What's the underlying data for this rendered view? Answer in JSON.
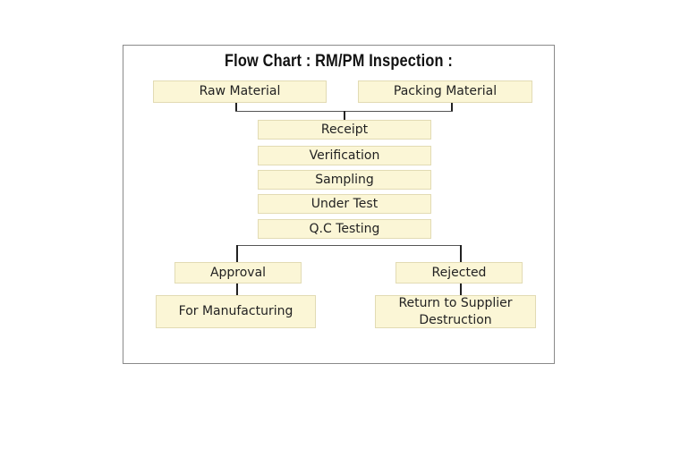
{
  "title": "Flow Chart : RM/PM Inspection :",
  "nodes": {
    "raw_material": "Raw  Material",
    "packing_material": "Packing  Material",
    "receipt": "Receipt",
    "verification": "Verification",
    "sampling": "Sampling",
    "under_test": "Under Test",
    "qc_testing": "Q.C Testing",
    "approval": "Approval",
    "rejected": "Rejected",
    "for_manufacturing": "For Manufacturing",
    "return_destruction": "Return to Supplier\nDestruction"
  },
  "colors": {
    "box_fill": "#fbf6d6",
    "box_border": "#e2dbb4",
    "connector": "#222222",
    "frame_border": "#8a8a8a"
  }
}
